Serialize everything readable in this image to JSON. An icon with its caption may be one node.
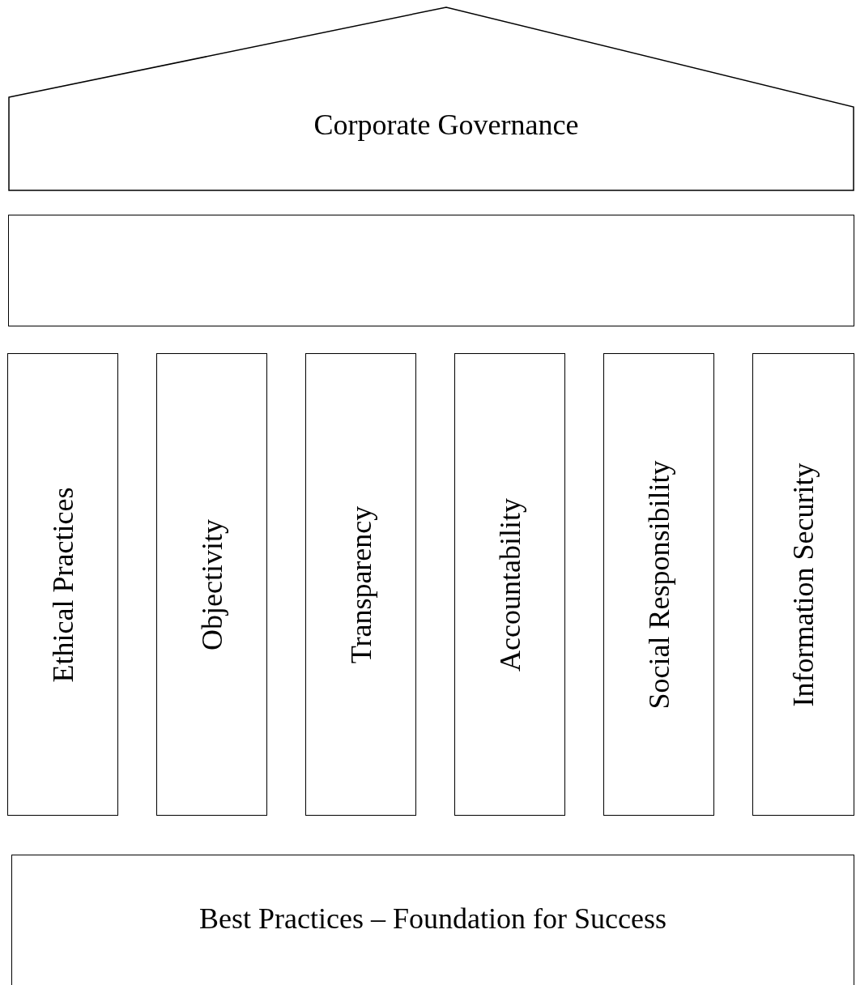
{
  "diagram": {
    "nodes": [
      {
        "text": [
          "Corporate Governance"
        ]
      },
      {
        "text": [],
        "shape": "box"
      },
      {
        "text": [
          "Ethical Practices"
        ]
      },
      {
        "text": [
          "Objectivity"
        ]
      },
      {
        "text": [
          "Transparency"
        ]
      },
      {
        "text": [
          "Accountability"
        ]
      },
      {
        "text": [
          "Social Responsibility"
        ]
      },
      {
        "text": [
          "Information Security"
        ]
      },
      {
        "text": [
          "Best Practices – Foundation for Success"
        ]
      }
    ]
  }
}
